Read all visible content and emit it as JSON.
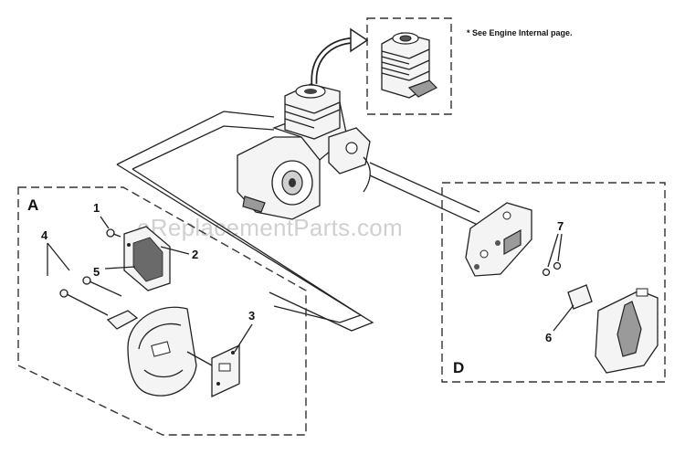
{
  "watermark": "eReplacementParts.com",
  "note": "* See Engine Internal page.",
  "sections": {
    "A": "A",
    "D": "D"
  },
  "callouts": {
    "c1": "1",
    "c2": "2",
    "c3": "3",
    "c4": "4",
    "c5": "5",
    "c6": "6",
    "c7": "7"
  }
}
